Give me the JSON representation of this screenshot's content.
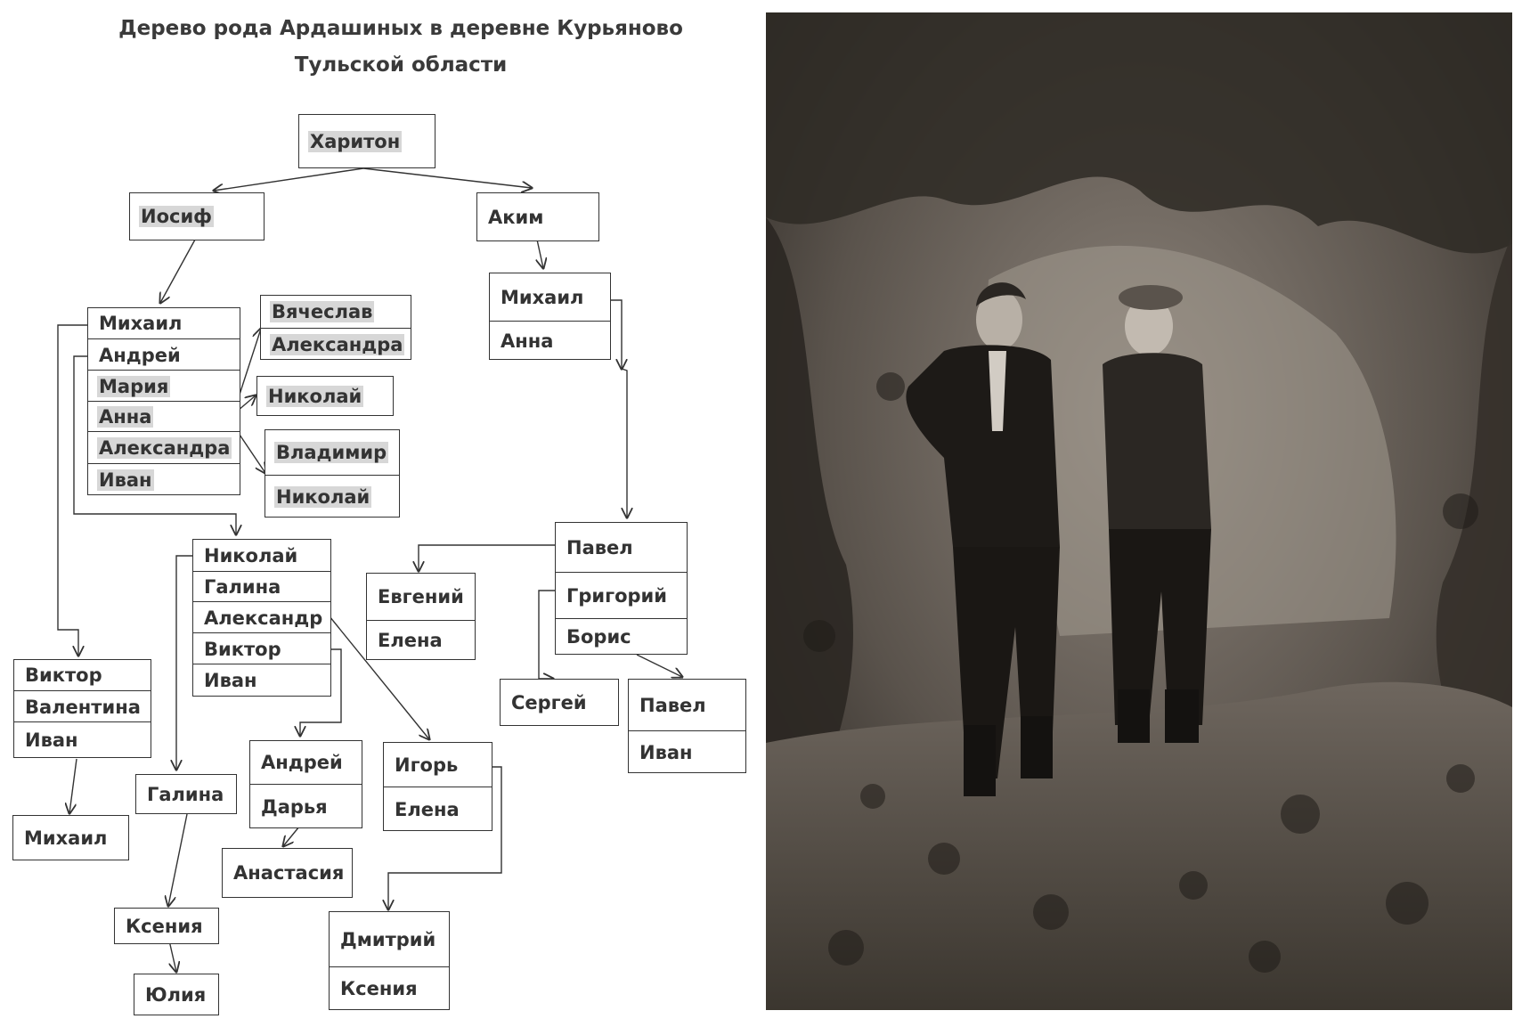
{
  "title": {
    "line1": "Дерево рода Ардашиных в деревне Курьяново",
    "line2": "Тульской области"
  },
  "boxes": [
    {
      "id": "khariton",
      "rows": [
        {
          "name": "Харитон",
          "hl": true
        }
      ]
    },
    {
      "id": "iosif",
      "rows": [
        {
          "name": "Иосиф",
          "hl": true
        }
      ]
    },
    {
      "id": "akim",
      "rows": [
        {
          "name": "Аким",
          "hl": false
        }
      ]
    },
    {
      "id": "iosif-children",
      "rows": [
        {
          "name": "Михаил",
          "hl": false
        },
        {
          "name": "Андрей",
          "hl": false
        },
        {
          "name": "Мария",
          "hl": true
        },
        {
          "name": "Анна",
          "hl": true
        },
        {
          "name": "Александра",
          "hl": true
        },
        {
          "name": "Иван",
          "hl": true
        }
      ]
    },
    {
      "id": "vyacheslav",
      "rows": [
        {
          "name": "Вячеслав",
          "hl": true
        },
        {
          "name": "Александра",
          "hl": true
        }
      ]
    },
    {
      "id": "nikolai-1",
      "rows": [
        {
          "name": "Николай",
          "hl": true
        }
      ]
    },
    {
      "id": "vladimir",
      "rows": [
        {
          "name": "Владимир",
          "hl": true
        },
        {
          "name": "Николай",
          "hl": true
        }
      ]
    },
    {
      "id": "akim-children",
      "rows": [
        {
          "name": "Михаил",
          "hl": false
        },
        {
          "name": "Анна",
          "hl": false
        }
      ]
    },
    {
      "id": "nikolai-family",
      "rows": [
        {
          "name": "Николай",
          "hl": false
        },
        {
          "name": "Галина",
          "hl": false
        },
        {
          "name": "Александр",
          "hl": false
        },
        {
          "name": "Виктор",
          "hl": false
        },
        {
          "name": "Иван",
          "hl": false
        }
      ]
    },
    {
      "id": "viktor-family",
      "rows": [
        {
          "name": "Виктор",
          "hl": false
        },
        {
          "name": "Валентина",
          "hl": false
        },
        {
          "name": "Иван",
          "hl": false
        }
      ]
    },
    {
      "id": "mikhail-2",
      "rows": [
        {
          "name": "Михаил",
          "hl": false
        }
      ]
    },
    {
      "id": "galina",
      "rows": [
        {
          "name": "Галина",
          "hl": false
        }
      ]
    },
    {
      "id": "andrei",
      "rows": [
        {
          "name": "Андрей",
          "hl": false
        },
        {
          "name": "Дарья",
          "hl": false
        }
      ]
    },
    {
      "id": "igor",
      "rows": [
        {
          "name": "Игорь",
          "hl": false
        },
        {
          "name": "Елена",
          "hl": false
        }
      ]
    },
    {
      "id": "anastasia",
      "rows": [
        {
          "name": "Анастасия",
          "hl": false
        }
      ]
    },
    {
      "id": "kseniya-1",
      "rows": [
        {
          "name": "Ксения",
          "hl": false
        }
      ]
    },
    {
      "id": "yuliya",
      "rows": [
        {
          "name": "Юлия",
          "hl": false
        }
      ]
    },
    {
      "id": "dmitrii",
      "rows": [
        {
          "name": "Дмитрий",
          "hl": false
        },
        {
          "name": "Ксения",
          "hl": false
        }
      ]
    },
    {
      "id": "pavel-family",
      "rows": [
        {
          "name": "Павел",
          "hl": false
        },
        {
          "name": "Григорий",
          "hl": false
        },
        {
          "name": "Борис",
          "hl": false
        }
      ]
    },
    {
      "id": "evgenii",
      "rows": [
        {
          "name": "Евгений",
          "hl": false
        },
        {
          "name": "Елена",
          "hl": false
        }
      ]
    },
    {
      "id": "sergei",
      "rows": [
        {
          "name": "Сергей",
          "hl": false
        }
      ]
    },
    {
      "id": "pavel-2",
      "rows": [
        {
          "name": "Павел",
          "hl": false
        },
        {
          "name": "Иван",
          "hl": false
        }
      ]
    }
  ],
  "colors": {
    "line": "#333333",
    "highlight": "#d7d7d7"
  },
  "photo": {
    "description_icon": "photo-two-young-men-icon"
  }
}
